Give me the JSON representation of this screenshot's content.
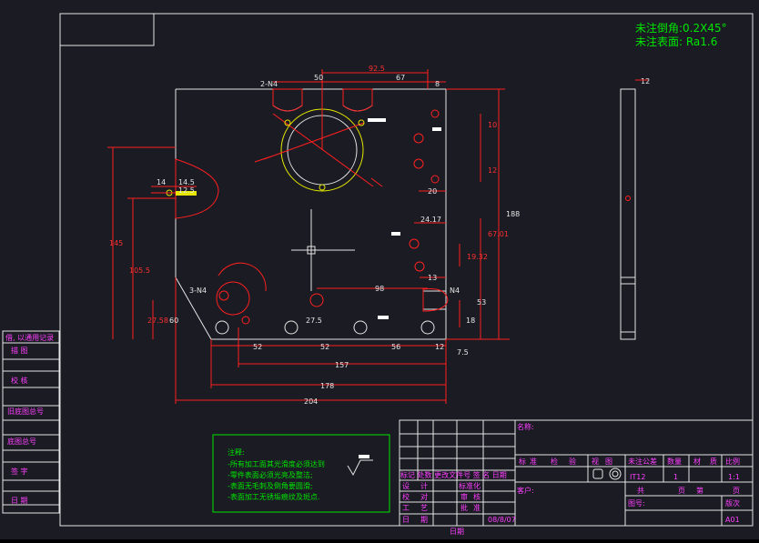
{
  "note_top": {
    "chamfer": "未注倒角:0.2X45°",
    "surface": "未注表面: Ra1.6"
  },
  "dims": {
    "d92_5": "92.5",
    "d50": "50",
    "d67": "67",
    "d8": "8",
    "d2n4": "2-N4",
    "d10a": "10",
    "d12": "12",
    "d20": "20",
    "d24_17": "24.17",
    "d67_01": "67.01",
    "d19_32": "19.32",
    "d13": "13",
    "d188": "188",
    "d145": "145",
    "d105_5": "105.5",
    "d27_58": "27.58",
    "d60": "60",
    "d3n4": "3-N4",
    "d52a": "52",
    "d52b": "52",
    "d56": "56",
    "d12b": "12",
    "d157": "157",
    "d178": "178",
    "d204": "204",
    "d98": "98",
    "d53": "53",
    "d18": "18",
    "d7_5": "7.5",
    "d27_5": "27.5",
    "dn4": "N4",
    "d14_5": "14.5",
    "d12_5": "12.5",
    "d14": "14",
    "d12c": "12"
  },
  "left_column": {
    "item1": "借, 以通用记录",
    "item2": "描  图",
    "item3": "校  核",
    "item4": "旧底图总号",
    "item5": "底图总号",
    "item6": "签  字",
    "item7": "日  期"
  },
  "notes_box": {
    "title": "注释:",
    "line1": "-所有加工面其光滑度必须达到",
    "line2": "-零件表面必须光亮及整洁;",
    "line3": "-表面无毛刺及倒角要圆滑;",
    "line4": "-表面加工无锈垢痕纹及斑点."
  },
  "title_block": {
    "name_label": "名称:",
    "std": "标",
    "quasi": "准",
    "inspect": "检",
    "proof": "验",
    "view": "视",
    "figure": "图",
    "tol_label": "未注公差",
    "qty_label": "数量",
    "material_label": "材",
    "material_label2": "质",
    "scale_label": "比例",
    "tol_value": "IT12",
    "qty_value": "1",
    "scale_value": "1:1",
    "client": "客户:",
    "total": "共",
    "pages": "页",
    "page_no": "第",
    "page_no2": "页",
    "drawing_no": "图号:",
    "version_label": "版次",
    "version_value": "A01",
    "rev_row": "标记 处数 更改文件号 签 名 日期",
    "r_design": "设",
    "r_design2": "计",
    "r_std": "标准化",
    "r_check": "校",
    "r_check2": "对",
    "r_review": "审",
    "r_review2": "核",
    "r_craft": "工",
    "r_craft2": "艺",
    "r_approve": "批",
    "r_approve2": "准",
    "r_date_label": "日",
    "r_date_label2": "期",
    "r_date": "08/8/07",
    "bottom_date": "日期"
  }
}
